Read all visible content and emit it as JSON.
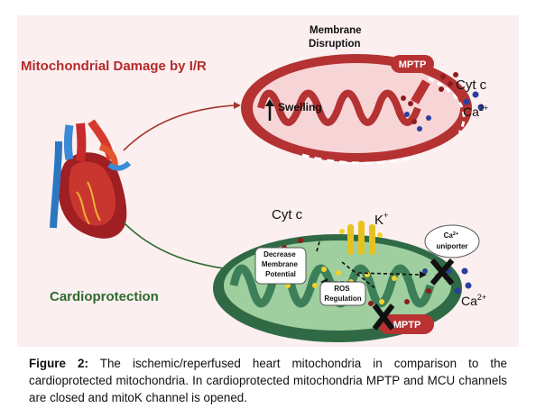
{
  "figure": {
    "damage_title": "Mitochondrial Damage by I/R",
    "cardio_title": "Cardioprotection",
    "membrane_disruption": [
      "Membrane",
      "Disruption"
    ],
    "swelling": "Swelling",
    "mptp_top": "MPTP",
    "cytc_top": "Cyt c",
    "ca_top": "Ca",
    "ca_top_sup": "2+",
    "cytc_bottom": "Cyt c",
    "k_bottom": "K",
    "k_bottom_sup": "+",
    "decrease_membrane_potential": [
      "Decrease",
      "Membrane",
      "Potential"
    ],
    "ros_regulation": [
      "ROS",
      "Regulation"
    ],
    "ca_uniporter_sup": "2+",
    "ca_uniporter": [
      "Ca",
      "uniporter"
    ],
    "ca_bottom": "Ca",
    "ca_bottom_sup": "2+",
    "mptp_bottom": "MPTP",
    "colors": {
      "panel_bg": "#fbeff0",
      "damage_title": "#b52a2a",
      "cardio_title": "#2f6b2f",
      "damaged_mito": "#b43232",
      "protected_mito": "#3d7f58",
      "mptp": "#b83232",
      "blue_ion": "#2c3e9e",
      "yellow_channel": "#e6c21f"
    }
  },
  "caption": {
    "label": "Figure 2:",
    "text": " The ischemic/reperfused heart mitochondria in comparison to the cardioprotected mitochondria. In cardioprotected mitochondria MPTP and MCU channels are closed and mitoK channel is opened."
  }
}
